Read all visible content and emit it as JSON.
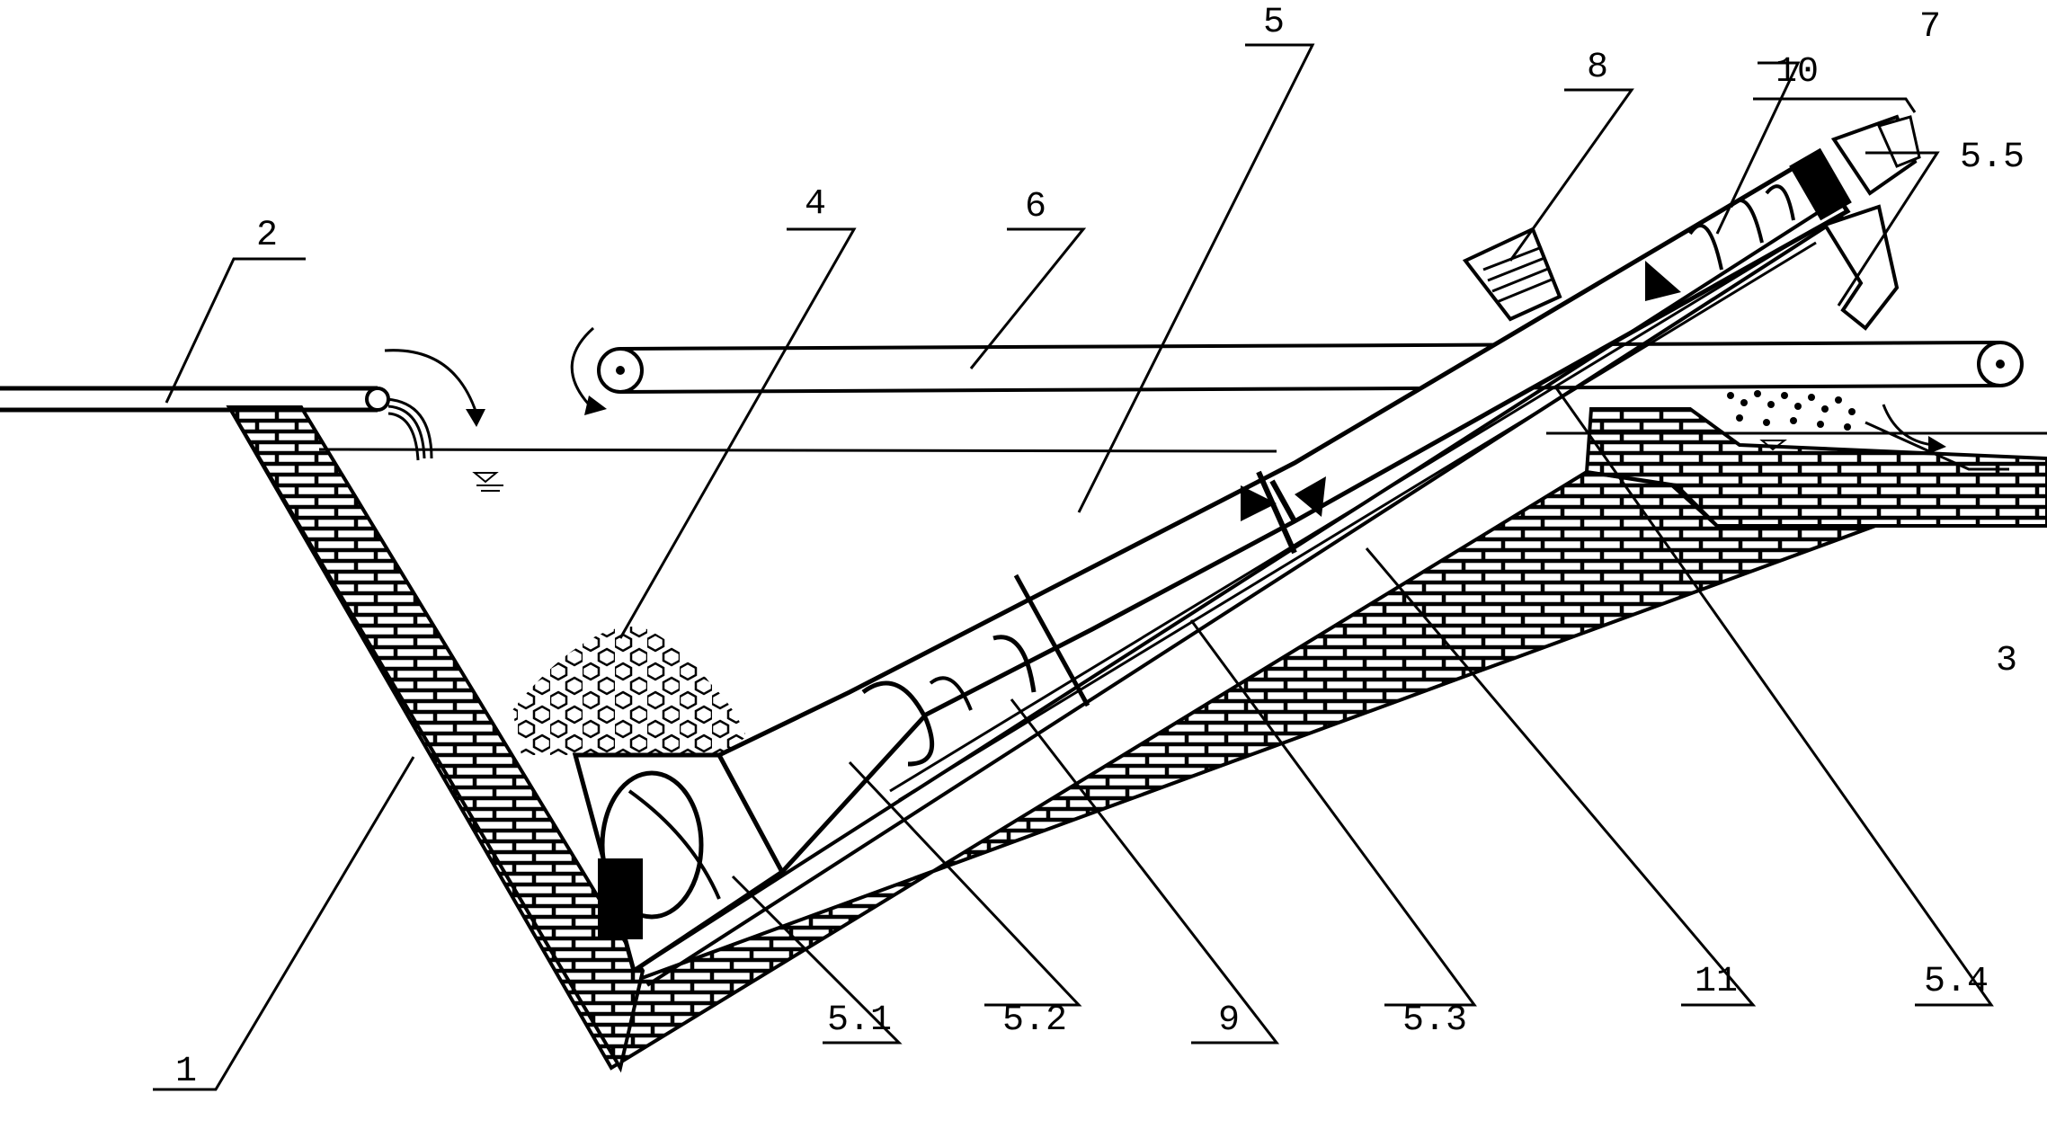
{
  "labels": {
    "l1": "1",
    "l2": "2",
    "l3": "3",
    "l4": "4",
    "l5": "5",
    "l5_1": "5.1",
    "l5_2": "5.2",
    "l5_3": "5.3",
    "l5_4": "5.4",
    "l5_5": "5.5",
    "l6": "6",
    "l7": "7",
    "l8": "8",
    "l9": "9",
    "l10": "10",
    "l11": "11"
  },
  "colors": {
    "ink": "#000000",
    "paper": "#ffffff"
  }
}
